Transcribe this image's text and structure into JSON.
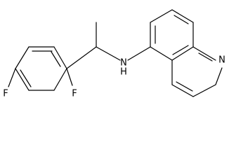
{
  "molecule": {
    "atoms": {
      "amine_n": "N",
      "amine_h": "H",
      "quinoline_n": "N",
      "fluorine_left": "F",
      "fluorine_right": "F"
    }
  }
}
